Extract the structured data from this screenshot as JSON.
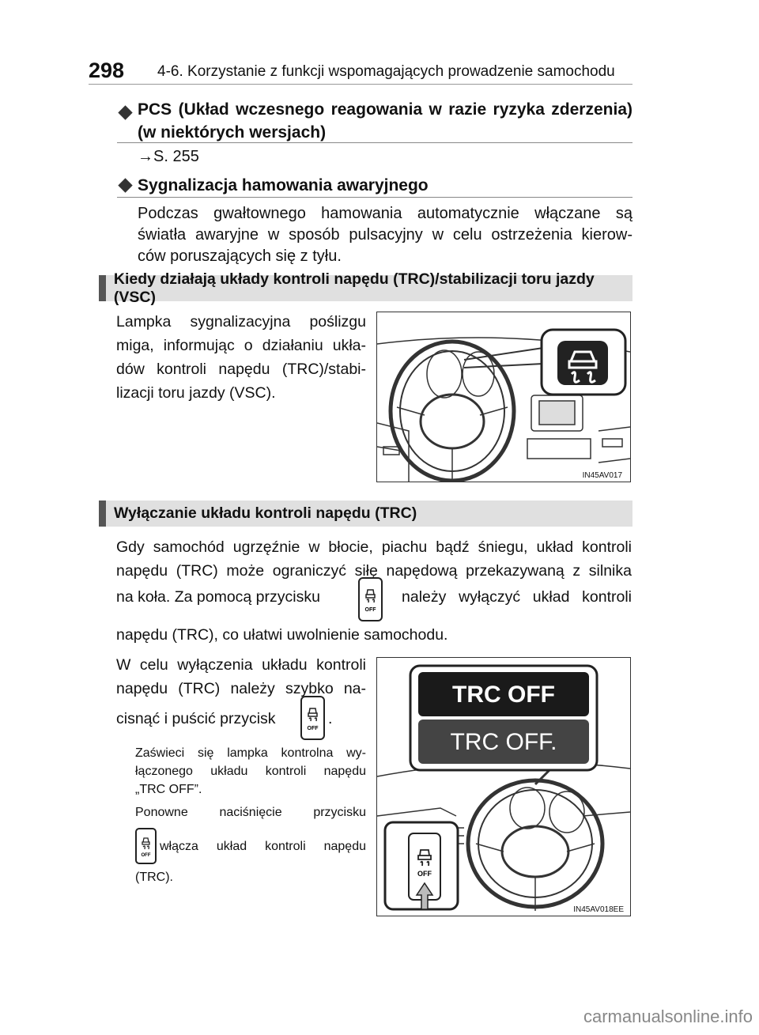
{
  "header": {
    "page_number": "298",
    "running_title": "4-6. Korzystanie z funkcji wspomagających prowadzenie samochodu"
  },
  "pcs": {
    "heading_line1": "PCS (Układ wczesnego reagowania w razie ryzyka zderzenia)",
    "heading_line2": "(w niektórych wersjach)",
    "ref_arrow": "→",
    "ref": "S. 255"
  },
  "emergency": {
    "heading": "Sygnalizacja hamowania awaryjnego",
    "line1": "Podczas gwałtownego hamowania automatycznie włączane są",
    "line2": "światła awaryjne w sposób pulsacyjny w celu ostrzeżenia kierow-",
    "line3": "ców poruszających się z tyłu."
  },
  "trc_vsc": {
    "bar_title": "Kiedy działają układy kontroli napędu (TRC)/stabilizacji toru jazdy (VSC)",
    "line1": "Lampka sygnalizacyjna poślizgu",
    "line2": "miga, informując o działaniu ukła-",
    "line3": "dów kontroli napędu (TRC)/stabi-",
    "line4": "lizacji toru jazdy (VSC).",
    "figure_code": "IN45AV017"
  },
  "trc_off": {
    "bar_title": "Wyłączanie układu kontroli napędu (TRC)",
    "p1_line1": "Gdy samochód ugrzęźnie w błocie, piachu bądź śniegu, układ kontroli",
    "p1_line2": "napędu (TRC) może ograniczyć siłę napędową przekazywaną z silnika",
    "p1_line3a": "na koła. Za pomocą przycisku",
    "p1_line3b": "należy wyłączyć układ kontroli",
    "p1_line4": "napędu (TRC), co ułatwi uwolnienie samochodu.",
    "p2_line1": "W celu wyłączenia układu kontroli",
    "p2_line2": "napędu (TRC) należy szybko na-",
    "p2_line3a": "cisnąć i puścić przycisk",
    "p2_line3b": ".",
    "note1_line1": "Zaświeci się lampka kontrolna wy-",
    "note1_line2": "łączonego układu kontroli napędu",
    "note1_line3": "„TRC OFF”.",
    "note2_line1": "Ponowne naciśnięcie przycisku",
    "note2_line2": "włącza układ kontroli napędu",
    "note2_line3": "(TRC).",
    "display_text1": "TRC OFF",
    "display_text2": "TRC OFF.",
    "button_label": "OFF",
    "figure_code": "IN45AV018EE"
  },
  "footer": {
    "watermark": "carmanualsonline.info"
  }
}
